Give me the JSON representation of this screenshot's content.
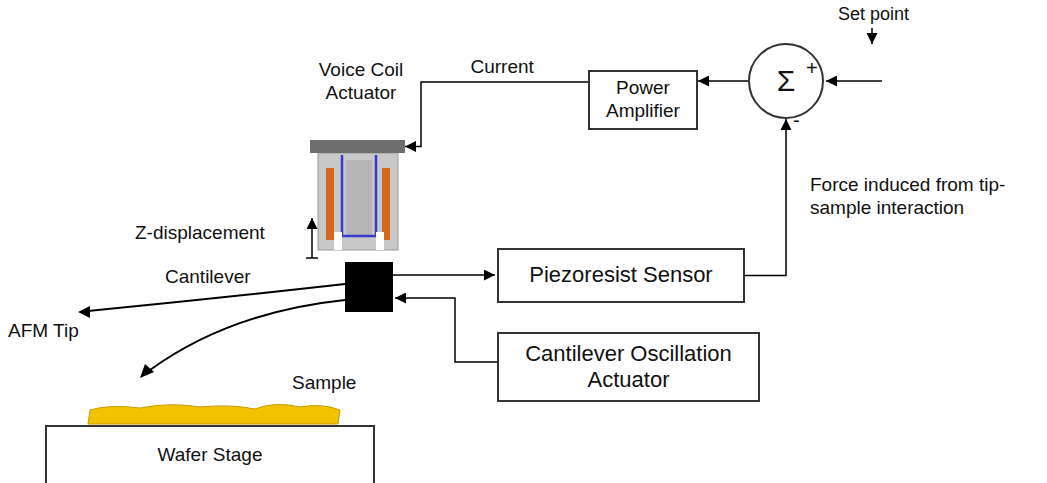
{
  "diagram": {
    "nodes": [
      {
        "text": [
          "Power Amplifier"
        ]
      },
      {
        "text": [
          "Σ"
        ]
      },
      {
        "text": [
          "Voice Coil Actuator"
        ]
      },
      {
        "text": [
          "Piezoresist Sensor"
        ]
      },
      {
        "text": [
          "Cantilever Oscillation Actuator"
        ]
      },
      {
        "text": [
          "Wafer Stage"
        ]
      }
    ],
    "edges": [
      {
        "from": 1,
        "to": 0,
        "arrow": "to"
      },
      {
        "from": 0,
        "to": 2,
        "label": "Current",
        "arrow": "to"
      },
      {
        "from": 3,
        "to": 1,
        "label": "Force induced from tip-sample interaction",
        "arrow": "to"
      }
    ],
    "labels": [
      "Set point",
      "+",
      "-",
      "Z-displacement",
      "Cantilever",
      "AFM Tip",
      "Sample"
    ]
  }
}
